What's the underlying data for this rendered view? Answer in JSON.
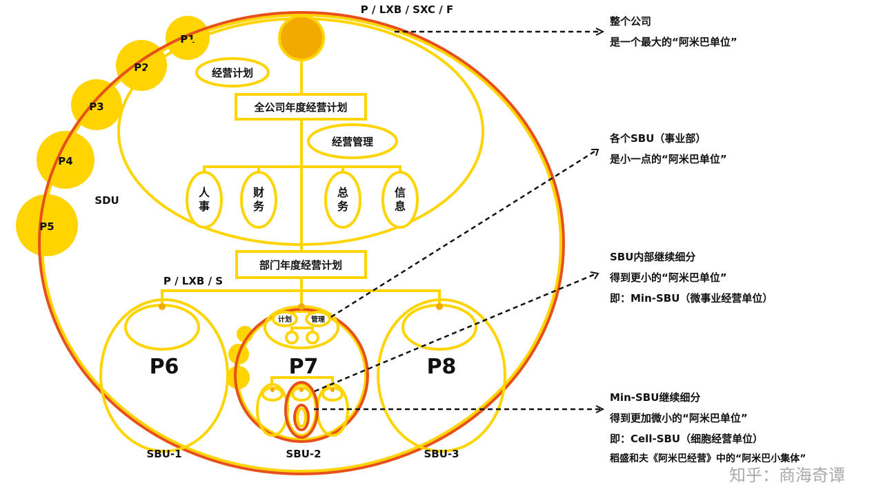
{
  "colors": {
    "yellow": "#ffd400",
    "orange": "#e8501a",
    "amber": "#f2a900"
  },
  "top_label": "P / LXB / SXC / F",
  "company": {
    "plan_bubble": "经营计划",
    "annual_plan": "全公司年度经营计划",
    "mgmt_bubble": "经营管理",
    "functions": [
      [
        "人",
        "事"
      ],
      [
        "财",
        "务"
      ],
      [
        "总",
        "务"
      ],
      [
        "信",
        "息"
      ]
    ],
    "dept_plan": "部门年度经营计划",
    "dept_label": "P / LXB / S"
  },
  "bubbles": [
    "P1",
    "P2",
    "P3",
    "P4",
    "P5"
  ],
  "sdu": "SDU",
  "sbus": [
    {
      "name": "P6",
      "label": "SBU-1"
    },
    {
      "name": "P7",
      "label": "SBU-2"
    },
    {
      "name": "P8",
      "label": "SBU-3"
    }
  ],
  "p7_inner": {
    "plan": "计划",
    "mgmt": "管理"
  },
  "annotations": [
    {
      "lines": [
        "整个公司",
        "是一个最大的“阿米巴单位”"
      ]
    },
    {
      "lines": [
        "各个SBU（事业部）",
        "是小一点的“阿米巴单位”"
      ]
    },
    {
      "lines": [
        "SBU内部继续细分",
        "得到更小的“阿米巴单位”",
        "即：Min-SBU（微事业经营单位）"
      ]
    },
    {
      "lines": [
        "Min-SBU继续细分",
        "得到更加微小的“阿米巴单位”",
        "即：Cell-SBU（细胞经营单位）",
        "稻盛和夫《阿米巴经营》中的“阿米巴小集体”"
      ]
    }
  ],
  "watermark": "知乎：商海奇谭"
}
